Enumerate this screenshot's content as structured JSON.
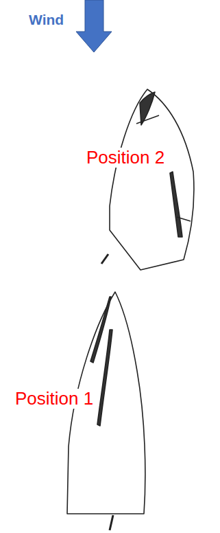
{
  "diagram": {
    "labels": [
      "Wind",
      "Position 2",
      "Position 1"
    ]
  }
}
